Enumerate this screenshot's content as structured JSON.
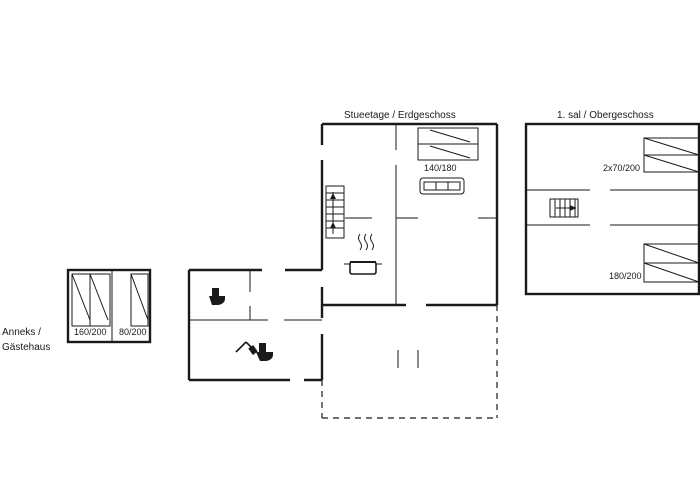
{
  "floors": {
    "ground": {
      "title": "Stueetage / Erdgeschoss",
      "bed_size": "140/180"
    },
    "upper": {
      "title": "1. sal / Obergeschoss",
      "bed_top_size": "2x70/200",
      "bed_bottom_size": "180/200"
    },
    "annex": {
      "title_line1": "Anneks /",
      "title_line2": "Gästehaus",
      "bed_left_size": "160/200",
      "bed_right_size": "80/200"
    }
  },
  "icons": [
    "bed-icon",
    "sofa-icon",
    "stairs-icon",
    "cooking-pot-icon",
    "toilet-icon",
    "shower-icon"
  ]
}
